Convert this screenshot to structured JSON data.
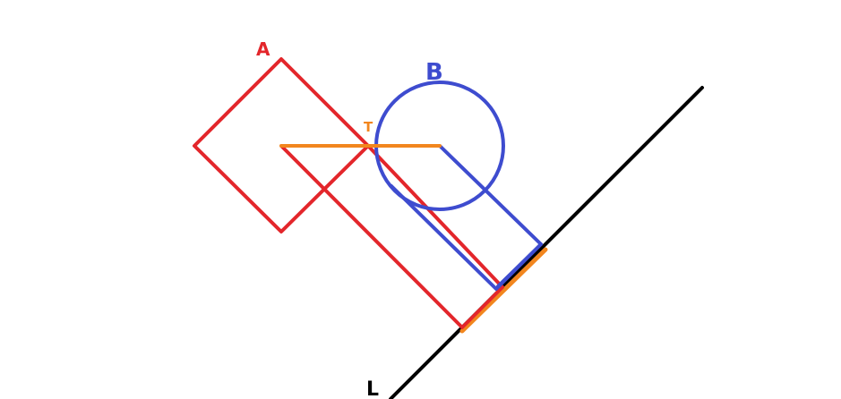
{
  "labels": {
    "shape_a": "A",
    "shape_b": "B",
    "point_t": "T",
    "line_l": "L"
  },
  "colors": {
    "shape_a": "#e3262b",
    "shape_b": "#3e4ccf",
    "projection": "#f2861e",
    "line_l": "#000000",
    "background": "#ffffff"
  }
}
